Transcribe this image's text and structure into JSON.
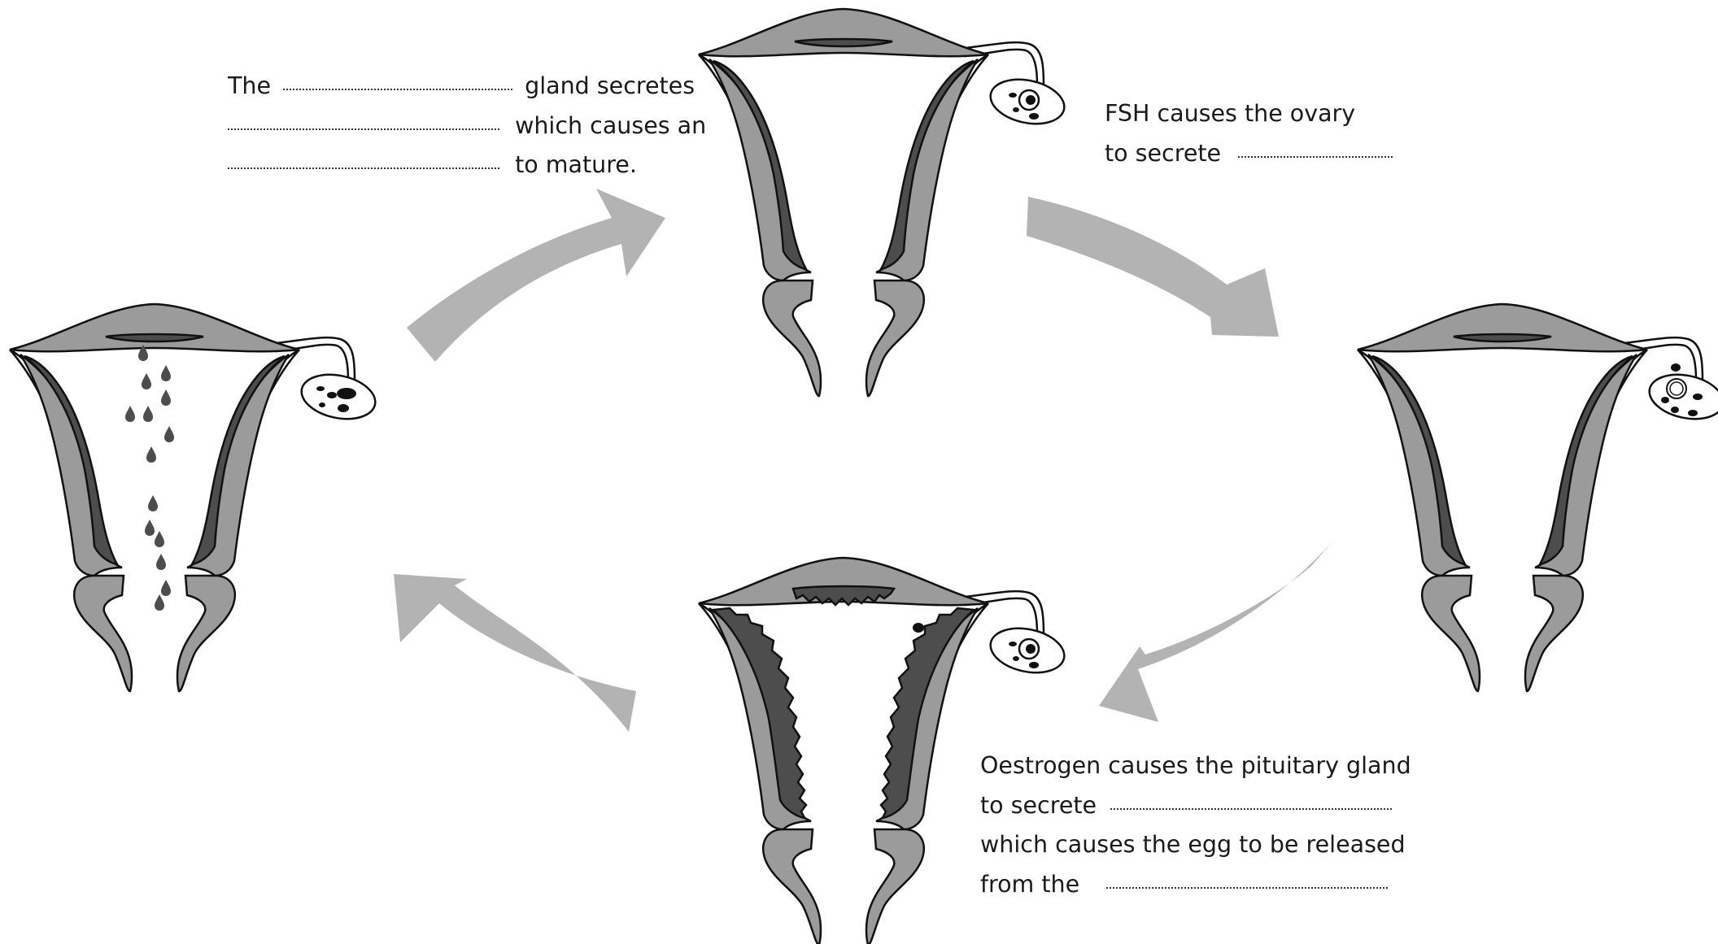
{
  "captions": {
    "pituitary": {
      "line1_pre": "The",
      "line1_post": "gland secretes",
      "line2_post": "which causes an",
      "line3_post": "to mature."
    },
    "fsh": {
      "line1": "FSH causes the ovary",
      "line2_pre": "to secrete"
    },
    "oestrogen": {
      "line1": "Oestrogen causes the pituitary gland",
      "line2_pre": "to secrete",
      "line3": "which causes the egg to be released",
      "line4_pre": "from the"
    }
  },
  "colors": {
    "light_tissue": "#9b9b9b",
    "dark_tissue": "#4d4d4d",
    "arrow": "#b3b3b3",
    "outline": "#111111"
  }
}
